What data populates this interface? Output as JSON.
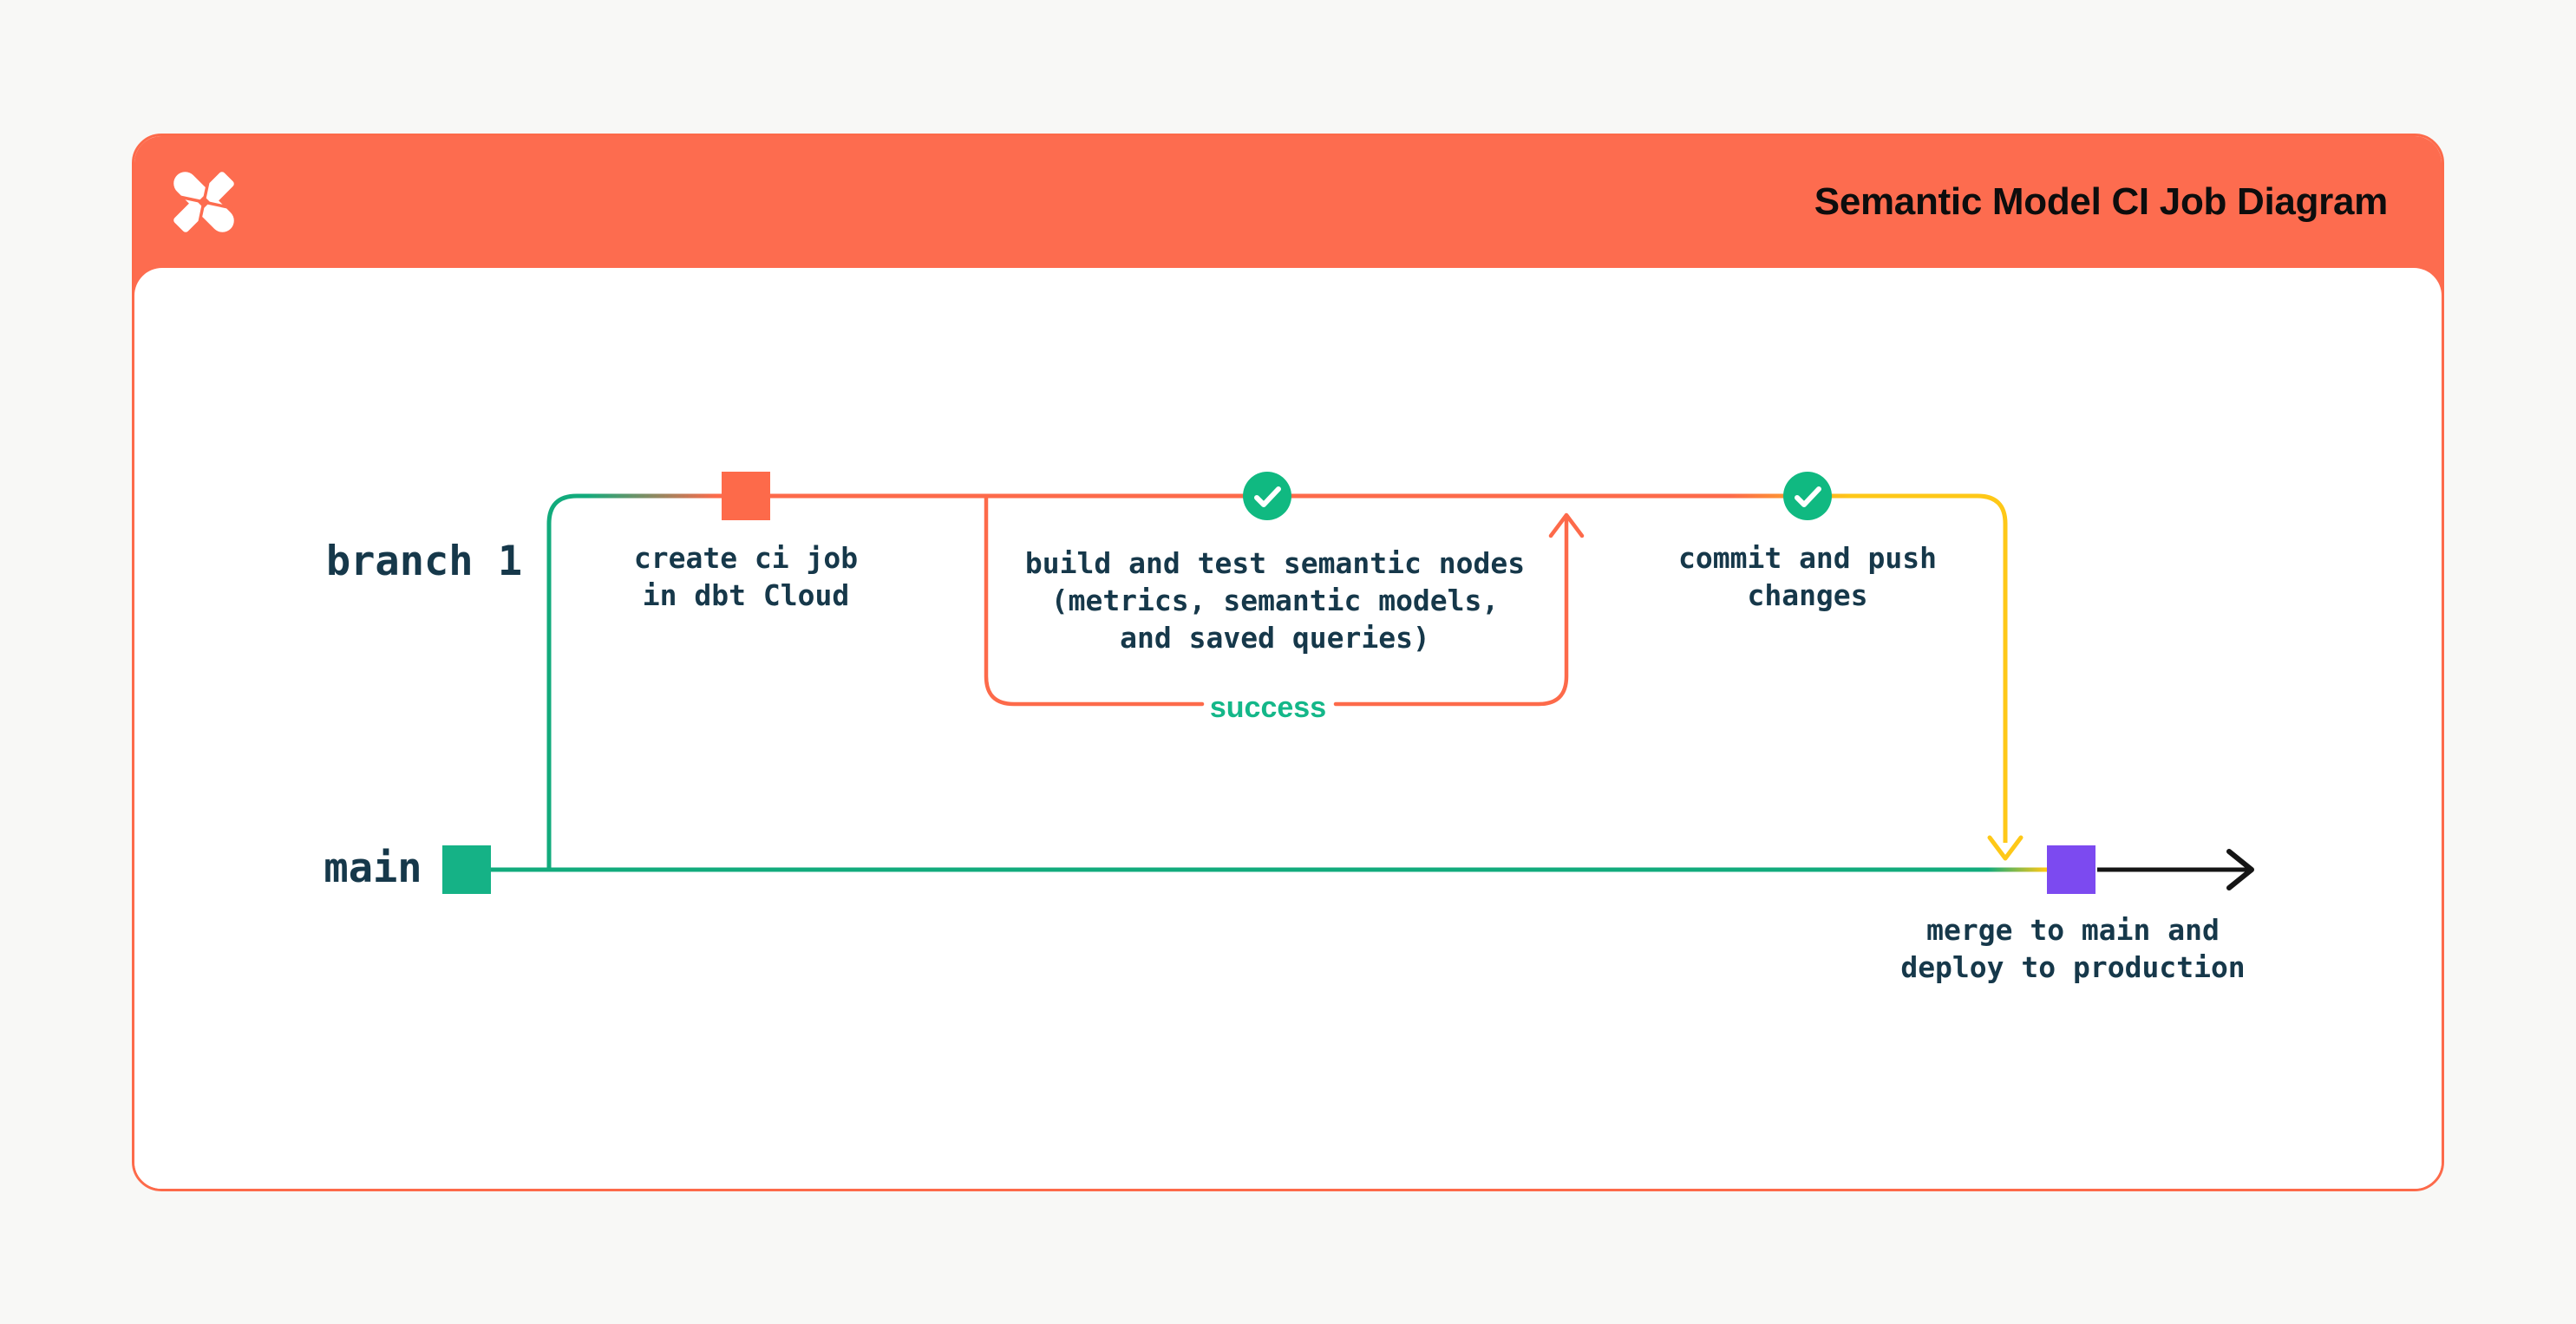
{
  "page": {
    "background": "#f8f8f6"
  },
  "card": {
    "border_color": "#fd6a4a",
    "background": "#ffffff"
  },
  "header": {
    "title": "Semantic Model CI Job Diagram",
    "background": "#fd6c4f",
    "title_color": "#0d0d0d",
    "logo": "dbt-logo"
  },
  "diagram": {
    "branch_labels": [
      {
        "id": "branch-1",
        "label": "branch 1"
      },
      {
        "id": "main",
        "label": "main"
      }
    ],
    "nodes": [
      {
        "id": "create-ci-job",
        "marker": "orange-square-commit",
        "marker_color": "#fd6a4a",
        "lines": [
          "create ci job",
          "in dbt Cloud"
        ]
      },
      {
        "id": "build-test-semantic-nodes",
        "marker": "check-circle",
        "marker_color": "#10b981",
        "lines": [
          "build and test semantic nodes",
          "(metrics, semantic models,",
          "and saved queries)"
        ]
      },
      {
        "id": "commit-and-push",
        "marker": "check-circle",
        "marker_color": "#10b981",
        "lines": [
          "commit and push",
          "changes"
        ]
      },
      {
        "id": "merge-deploy",
        "marker": "purple-square-commit",
        "marker_color": "#7c4af0",
        "lines": [
          "merge to main and",
          "deploy to production"
        ]
      }
    ],
    "loop": {
      "label": "success",
      "label_color": "#14b789",
      "line_color": "#fd6a4a"
    },
    "line_colors": {
      "branch_start_green": "#12ab7c",
      "ci_orange": "#fd6a4a",
      "post_test_yellow": "#fec817",
      "main_green": "#12ab7c",
      "deploy_black": "#151515"
    },
    "text_color": "#16384a"
  }
}
